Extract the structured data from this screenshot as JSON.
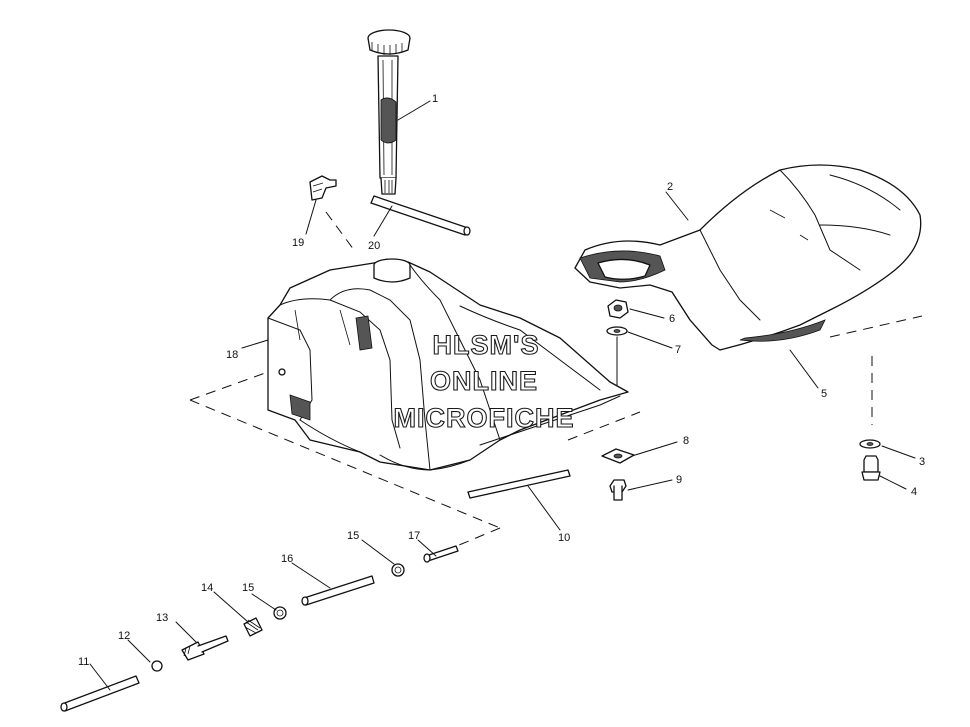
{
  "callouts": {
    "c1": "1",
    "c2": "2",
    "c3": "3",
    "c4": "4",
    "c5": "5",
    "c6": "6",
    "c7": "7",
    "c8": "8",
    "c9": "9",
    "c10": "10",
    "c11": "11",
    "c12": "12",
    "c13": "13",
    "c14": "14",
    "c15a": "15",
    "c15b": "15",
    "c16": "16",
    "c17": "17",
    "c18": "18",
    "c19": "19",
    "c20": "20"
  },
  "watermark": {
    "line1": "HLSM'S",
    "line2": "ONLINE",
    "line3": "MICROFICHE"
  },
  "icons": {
    "fuel_gauge": "fuel-gauge-sender-icon",
    "seat": "seat-icon",
    "tank": "fuel-tank-icon"
  }
}
